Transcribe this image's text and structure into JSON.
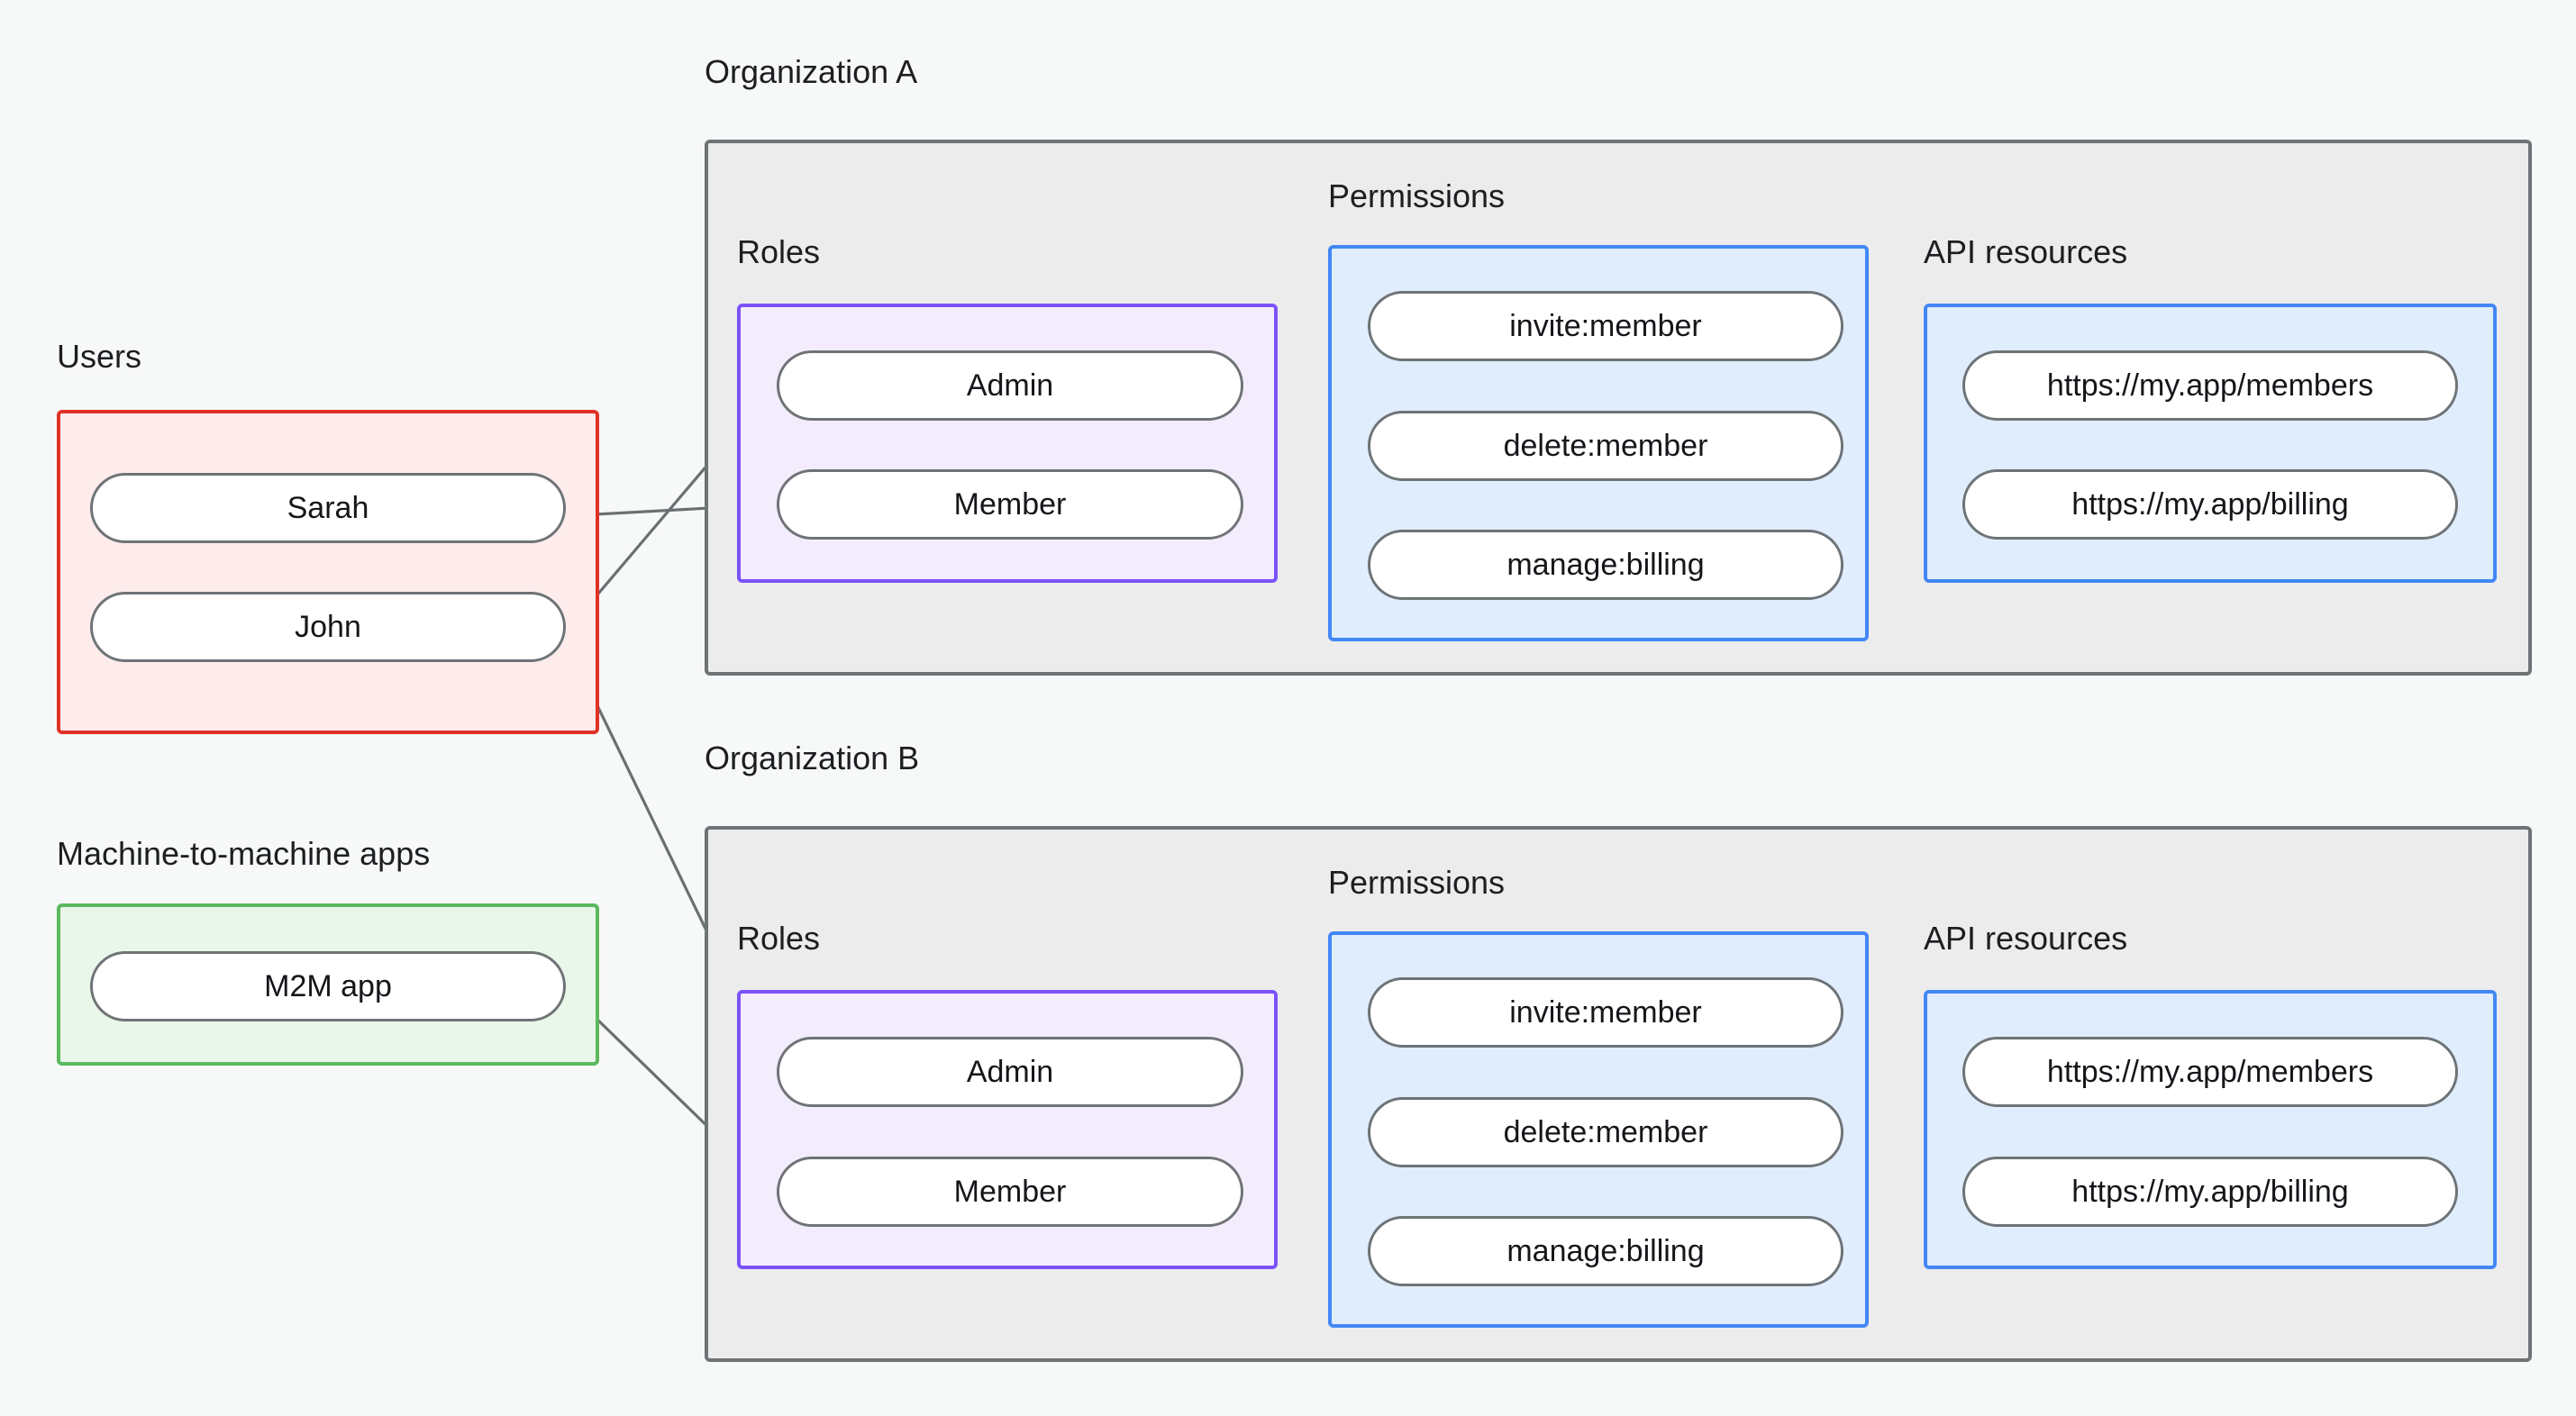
{
  "diagram": {
    "title_hidden": "",
    "background_color": "#f7f8f8",
    "edge_color": "#6b6f72"
  },
  "colors": {
    "users_border": "#e03127",
    "users_fill": "#fdeceb",
    "m2m_border": "#5cb85c",
    "m2m_fill": "#e9f6ea",
    "org_border": "#6e7376",
    "org_fill": "#ececec",
    "roles_border": "#7b52fa",
    "roles_fill": "#f3ecfd",
    "permissions_border": "#4287f5",
    "permissions_fill": "#dfedfd",
    "api_border": "#4287f5",
    "api_fill": "#dfedfd",
    "pill_border": "#6e7376",
    "pill_fill": "#ffffff"
  },
  "labels": {
    "users": "Users",
    "m2m": "Machine-to-machine apps",
    "org_a": "Organization A",
    "org_b": "Organization B",
    "roles": "Roles",
    "permissions": "Permissions",
    "api_resources": "API resources"
  },
  "users": {
    "label": "Users",
    "items": [
      {
        "name": "Sarah"
      },
      {
        "name": "John"
      }
    ]
  },
  "m2m_apps": {
    "label": "Machine-to-machine apps",
    "items": [
      {
        "name": "M2M app"
      }
    ]
  },
  "organizations": [
    {
      "id": "org-a",
      "label": "Organization A",
      "roles": {
        "label": "Roles",
        "items": [
          {
            "name": "Admin"
          },
          {
            "name": "Member"
          }
        ]
      },
      "permissions": {
        "label": "Permissions",
        "items": [
          {
            "name": "invite:member"
          },
          {
            "name": "delete:member"
          },
          {
            "name": "manage:billing"
          }
        ]
      },
      "api_resources": {
        "label": "API resources",
        "items": [
          {
            "name": "https://my.app/members"
          },
          {
            "name": "https://my.app/billing"
          }
        ]
      }
    },
    {
      "id": "org-b",
      "label": "Organization B",
      "roles": {
        "label": "Roles",
        "items": [
          {
            "name": "Admin"
          },
          {
            "name": "Member"
          }
        ]
      },
      "permissions": {
        "label": "Permissions",
        "items": [
          {
            "name": "invite:member"
          },
          {
            "name": "delete:member"
          },
          {
            "name": "manage:billing"
          }
        ]
      },
      "api_resources": {
        "label": "API resources",
        "items": [
          {
            "name": "https://my.app/members"
          },
          {
            "name": "https://my.app/billing"
          }
        ]
      }
    }
  ],
  "connections": [
    {
      "from": "Sarah",
      "to": "Organization A / Member"
    },
    {
      "from": "John",
      "to": "Organization A / Admin"
    },
    {
      "from": "John",
      "to": "Organization B / Admin"
    },
    {
      "from": "M2M app",
      "to": "Organization B / Member"
    },
    {
      "from": "Organization A / Admin",
      "to": "Organization A / invite:member"
    },
    {
      "from": "Organization A / Admin",
      "to": "Organization A / delete:member"
    },
    {
      "from": "Organization A / Member",
      "to": "Organization A / manage:billing"
    },
    {
      "from": "Organization A / invite:member",
      "to": "Organization A / https://my.app/members"
    },
    {
      "from": "Organization A / delete:member",
      "to": "Organization A / https://my.app/members"
    },
    {
      "from": "Organization A / manage:billing",
      "to": "Organization A / https://my.app/billing"
    },
    {
      "from": "Organization B / Admin",
      "to": "Organization B / invite:member"
    },
    {
      "from": "Organization B / Admin",
      "to": "Organization B / delete:member"
    },
    {
      "from": "Organization B / Member",
      "to": "Organization B / manage:billing"
    },
    {
      "from": "Organization B / invite:member",
      "to": "Organization B / https://my.app/members"
    },
    {
      "from": "Organization B / delete:member",
      "to": "Organization B / https://my.app/members"
    },
    {
      "from": "Organization B / manage:billing",
      "to": "Organization B / https://my.app/billing"
    }
  ]
}
